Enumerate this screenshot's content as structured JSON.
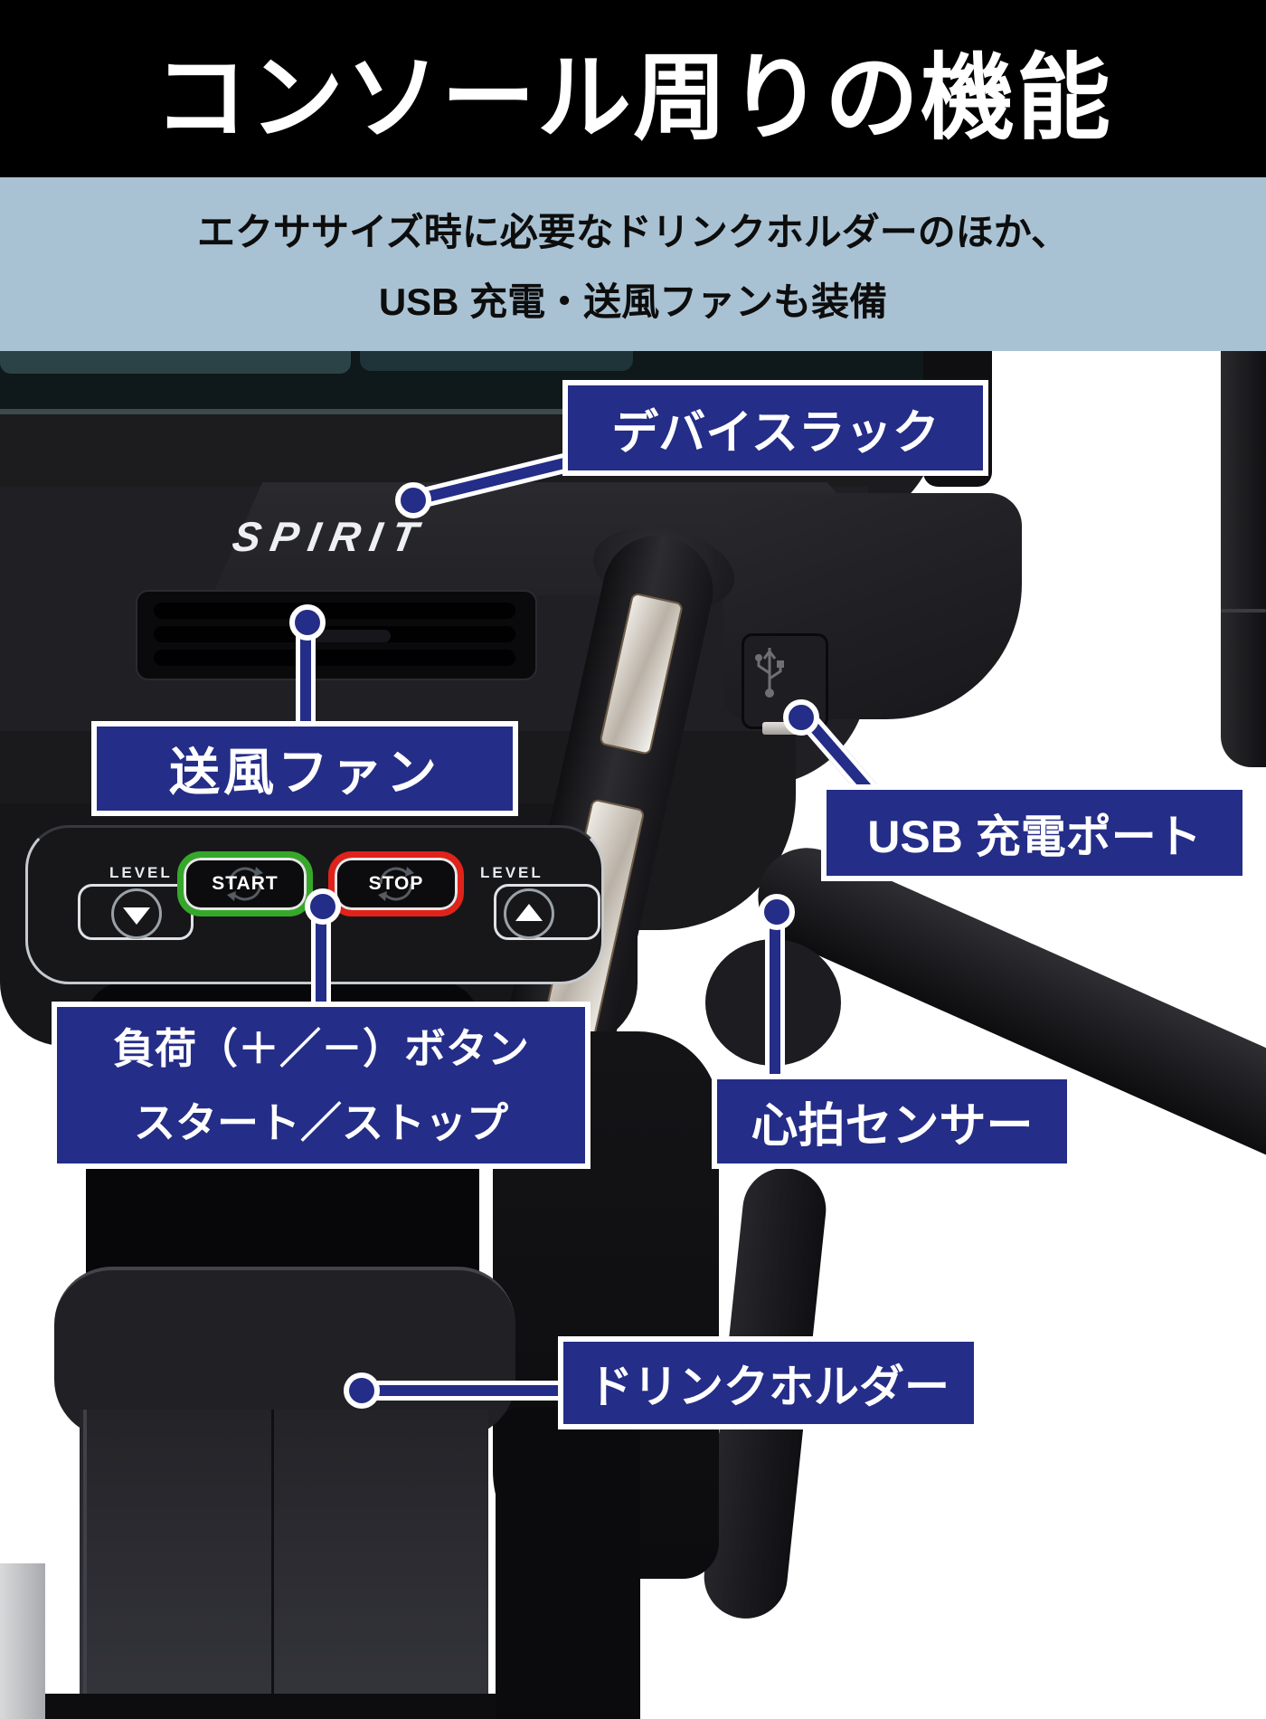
{
  "header": {
    "title": "コンソール周りの機能"
  },
  "subtitle": {
    "line1": "エクササイズ時に必要なドリンクホルダーのほか、",
    "line2": "USB 充電・送風ファンも装備"
  },
  "photo": {
    "brand_logo": "SPIRIT"
  },
  "console": {
    "level_left": "LEVEL",
    "level_right": "LEVEL",
    "start": "START",
    "stop": "STOP"
  },
  "callouts": {
    "device_rack": {
      "label": "デバイスラック"
    },
    "fan": {
      "label": "送風ファン"
    },
    "usb": {
      "label": "USB 充電ポート"
    },
    "load_buttons": {
      "line1": "負荷（＋／－）ボタン",
      "line2": "スタート／ストップ"
    },
    "heart_rate": {
      "label": "心拍センサー"
    },
    "drink_holder": {
      "label": "ドリンクホルダー"
    }
  },
  "colors": {
    "header_bg": "#000000",
    "header_text": "#ffffff",
    "subtitle_bg": "#a9c2d3",
    "subtitle_text": "#0d0d0d",
    "callout_label_bg": "#242d87",
    "callout_border": "#ffffff",
    "start_button_green": "#36a829",
    "stop_button_red": "#e0231a",
    "machine_dark": "#1c1c1f"
  }
}
